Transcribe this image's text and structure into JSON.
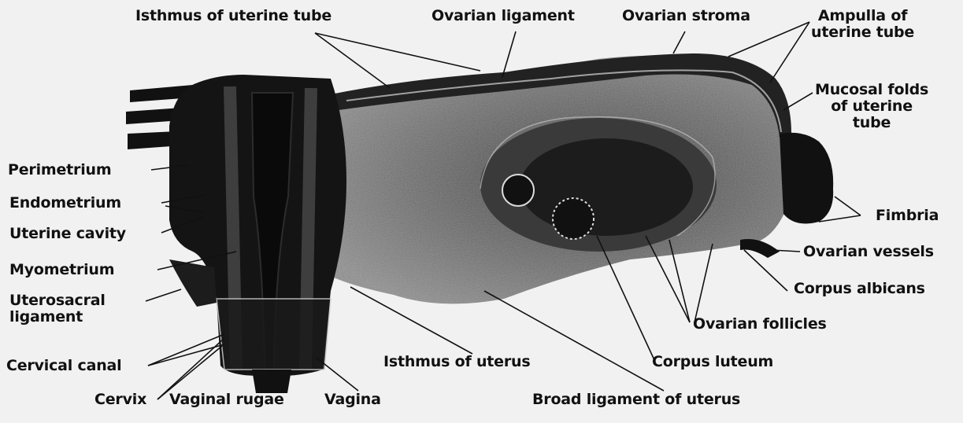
{
  "labels": {
    "isthmus_of_uterine_tube": "Isthmus of uterine tube",
    "ovarian_ligament": "Ovarian ligament",
    "ovarian_stroma": "Ovarian stroma",
    "ampulla_line1": "Ampulla of",
    "ampulla_line2": "uterine tube",
    "mucosal_line1": "Mucosal folds",
    "mucosal_line2": "of uterine",
    "mucosal_line3": "tube",
    "perimetrium": "Perimetrium",
    "endometrium": "Endometrium",
    "uterine_cavity": "Uterine cavity",
    "myometrium": "Myometrium",
    "uterosacral_line1": "Uterosacral",
    "uterosacral_line2": "ligament",
    "cervical_canal": "Cervical canal",
    "cervix": "Cervix",
    "vaginal_rugae": "Vaginal rugae",
    "vagina": "Vagina",
    "fimbria": "Fimbria",
    "ovarian_vessels": "Ovarian vessels",
    "corpus_albicans": "Corpus albicans",
    "ovarian_follicles": "Ovarian follicles",
    "isthmus_of_uterus": "Isthmus of uterus",
    "corpus_luteum": "Corpus luteum",
    "broad_ligament": "Broad ligament of uterus"
  },
  "colors": {
    "background": "#f1f1f1",
    "tissue_dark": "#1a1a1a",
    "tissue_mid": "#5a5a5a",
    "tissue_light": "#9a9a9a",
    "leader": "#111111"
  }
}
